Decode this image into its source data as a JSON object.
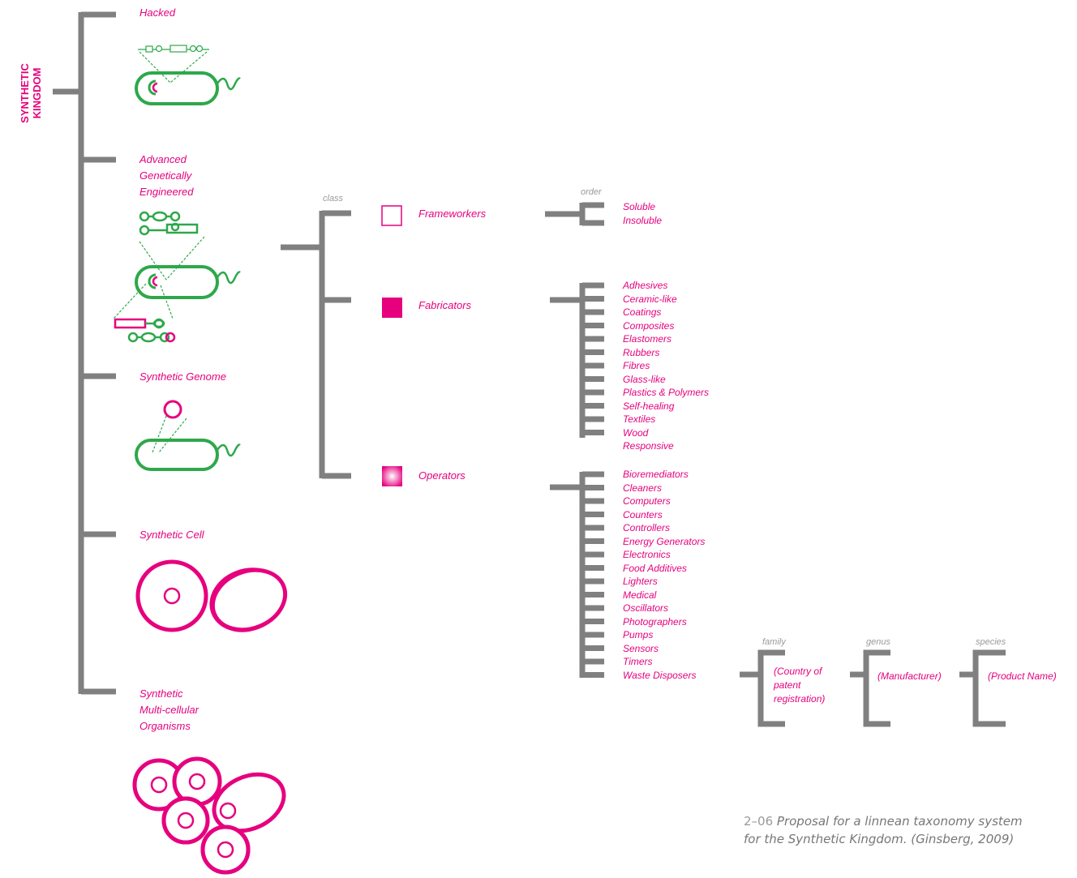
{
  "kingdom": "SYNTHETIC\nKINGDOM",
  "branches": [
    "Hacked",
    "Advanced\nGenetically\nEngineered",
    "Synthetic Genome",
    "Synthetic Cell",
    "Synthetic\nMulti-cellular\nOrganisms"
  ],
  "ranks": {
    "class": "class",
    "order": "order",
    "family": "family",
    "genus": "genus",
    "species": "species"
  },
  "classes": [
    "Frameworkers",
    "Fabricators",
    "Operators"
  ],
  "orders": {
    "frameworkers": [
      "Soluble",
      "Insoluble"
    ],
    "fabricators": [
      "Adhesives",
      "Ceramic-like",
      "Coatings",
      "Composites",
      "Elastomers",
      "Rubbers",
      "Fibres",
      "Glass-like",
      "Plastics & Polymers",
      "Self-healing",
      "Textiles",
      "Wood",
      "Responsive"
    ],
    "operators": [
      "Bioremediators",
      "Cleaners",
      "Computers",
      "Counters",
      "Controllers",
      "Energy Generators",
      "Electronics",
      "Food Additives",
      "Lighters",
      "Medical",
      "Oscillators",
      "Photographers",
      "Pumps",
      "Sensors",
      "Timers",
      "Waste Disposers"
    ]
  },
  "family": "(Country of\npatent\nregistration)",
  "genus": "(Manufacturer)",
  "species": "(Product Name)",
  "caption": {
    "number": "2–06",
    "text": "Proposal for a linnean taxonomy system for the Synthetic Kingdom. (Ginsberg, 2009)"
  },
  "colors": {
    "magenta": "#e6007e",
    "green": "#2ea84a",
    "grey": "#808080"
  }
}
